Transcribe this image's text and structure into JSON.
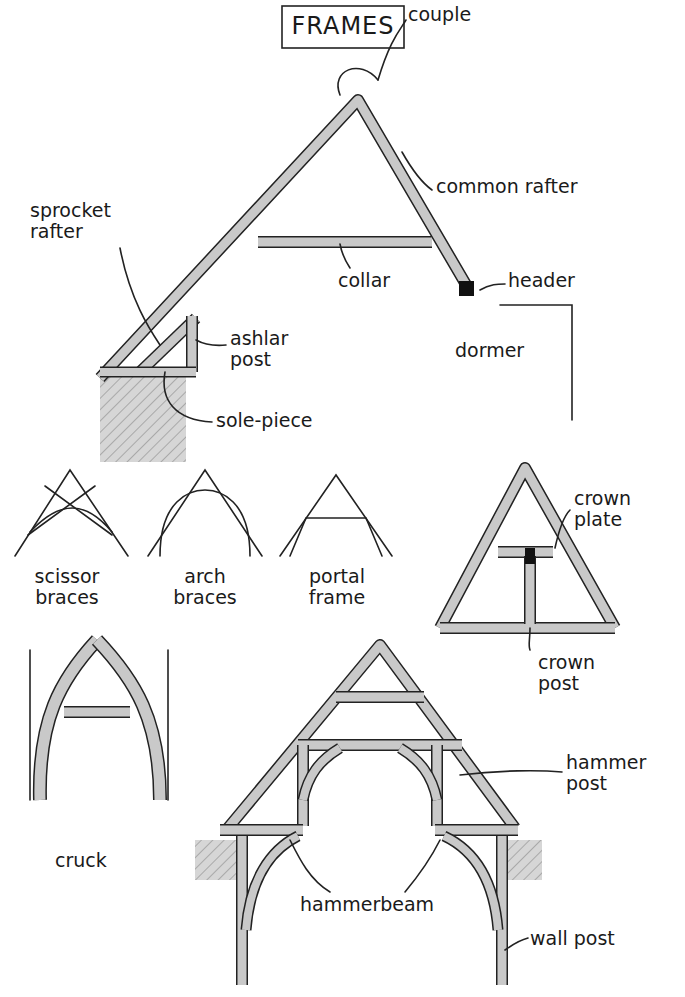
{
  "diagram": {
    "title": "FRAMES",
    "labels": [
      "couple",
      "common rafter",
      "sprocket rafter",
      "header",
      "collar",
      "dormer",
      "ashlar post",
      "sole-piece",
      "scissor braces",
      "arch braces",
      "portal frame",
      "crown plate",
      "crown post",
      "cruck",
      "hammer post",
      "hammerbeam",
      "wall post"
    ]
  }
}
